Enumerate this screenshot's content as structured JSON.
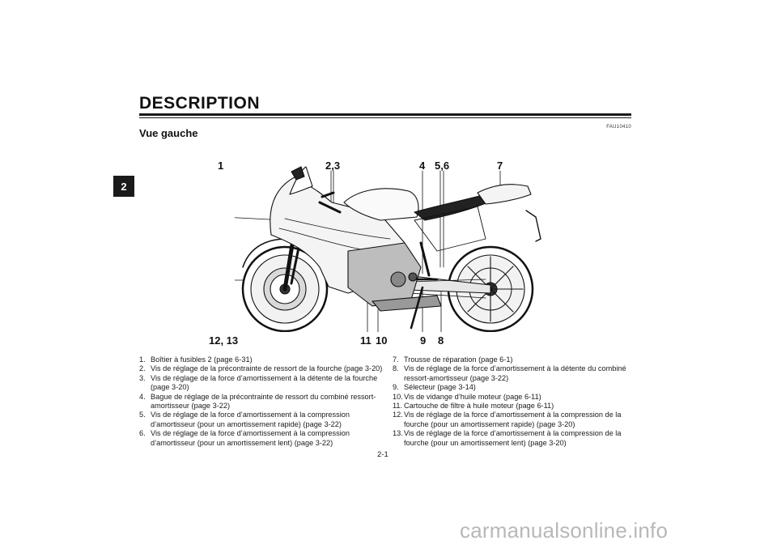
{
  "header": {
    "title": "DESCRIPTION",
    "chapter": "2",
    "code": "FAU10410",
    "section": "Vue gauche"
  },
  "callouts": {
    "c1": "1",
    "c23": "2,3",
    "c4": "4",
    "c56": "5,6",
    "c7": "7",
    "c1213": "12, 13",
    "c11": "11",
    "c10": "10",
    "c9": "9",
    "c8": "8"
  },
  "left_items": [
    {
      "num": "1.",
      "text": "Boîtier à fusibles 2 (page 6-31)"
    },
    {
      "num": "2.",
      "text": "Vis de réglage de la précontrainte de ressort de la fourche (page 3-20)"
    },
    {
      "num": "3.",
      "text": "Vis de réglage de la force d’amortissement à la détente de la fourche (page 3-20)"
    },
    {
      "num": "4.",
      "text": "Bague de réglage de la précontrainte de ressort du combiné ressort-amortisseur (page 3-22)"
    },
    {
      "num": "5.",
      "text": "Vis de réglage de la force d’amortissement à la compression d’amortisseur (pour un amortissement rapide) (page 3-22)"
    },
    {
      "num": "6.",
      "text": "Vis de réglage de la force d’amortissement à la compression d’amortisseur (pour un amortissement lent) (page 3-22)"
    }
  ],
  "right_items": [
    {
      "num": "7.",
      "text": "Trousse de réparation (page 6-1)"
    },
    {
      "num": "8.",
      "text": "Vis de réglage de la force d’amortissement à la détente du combiné ressort-amortisseur (page 3-22)"
    },
    {
      "num": "9.",
      "text": "Sélecteur (page 3-14)"
    },
    {
      "num": "10.",
      "text": "Vis de vidange d’huile moteur (page 6-11)"
    },
    {
      "num": "11.",
      "text": "Cartouche de filtre à huile moteur (page 6-11)"
    },
    {
      "num": "12.",
      "text": "Vis de réglage de la force d’amortissement à la compression de la fourche (pour un amortissement rapide) (page 3-20)"
    },
    {
      "num": "13.",
      "text": "Vis de réglage de la force d’amortissement à la compression de la fourche (pour un amortissement lent) (page 3-20)"
    }
  ],
  "footer": {
    "page_number": "2-1",
    "watermark": "carmanualsonline.info"
  }
}
